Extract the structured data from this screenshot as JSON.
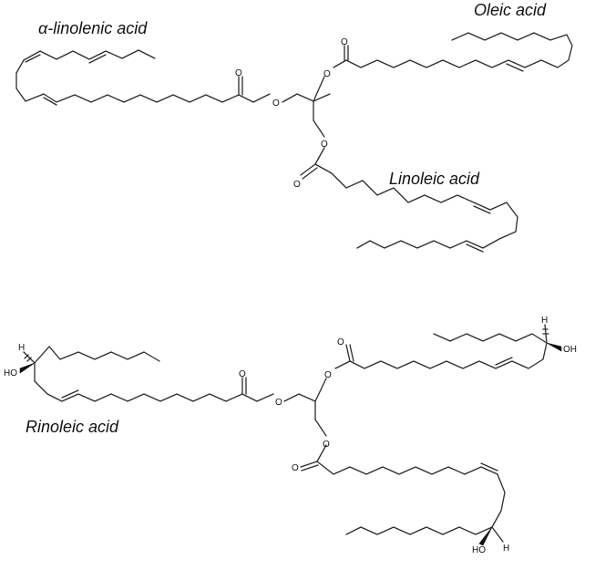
{
  "labels": {
    "alpha_linolenic": "α-linolenic acid",
    "oleic": "Oleic acid",
    "linoleic": "Linoleic acid",
    "rinoleic": "Rinoleic acid"
  },
  "atoms": {
    "oxygen": "O",
    "hydroxyl": "HO",
    "hydroxyl_right": "OH",
    "hydrogen": "H"
  }
}
